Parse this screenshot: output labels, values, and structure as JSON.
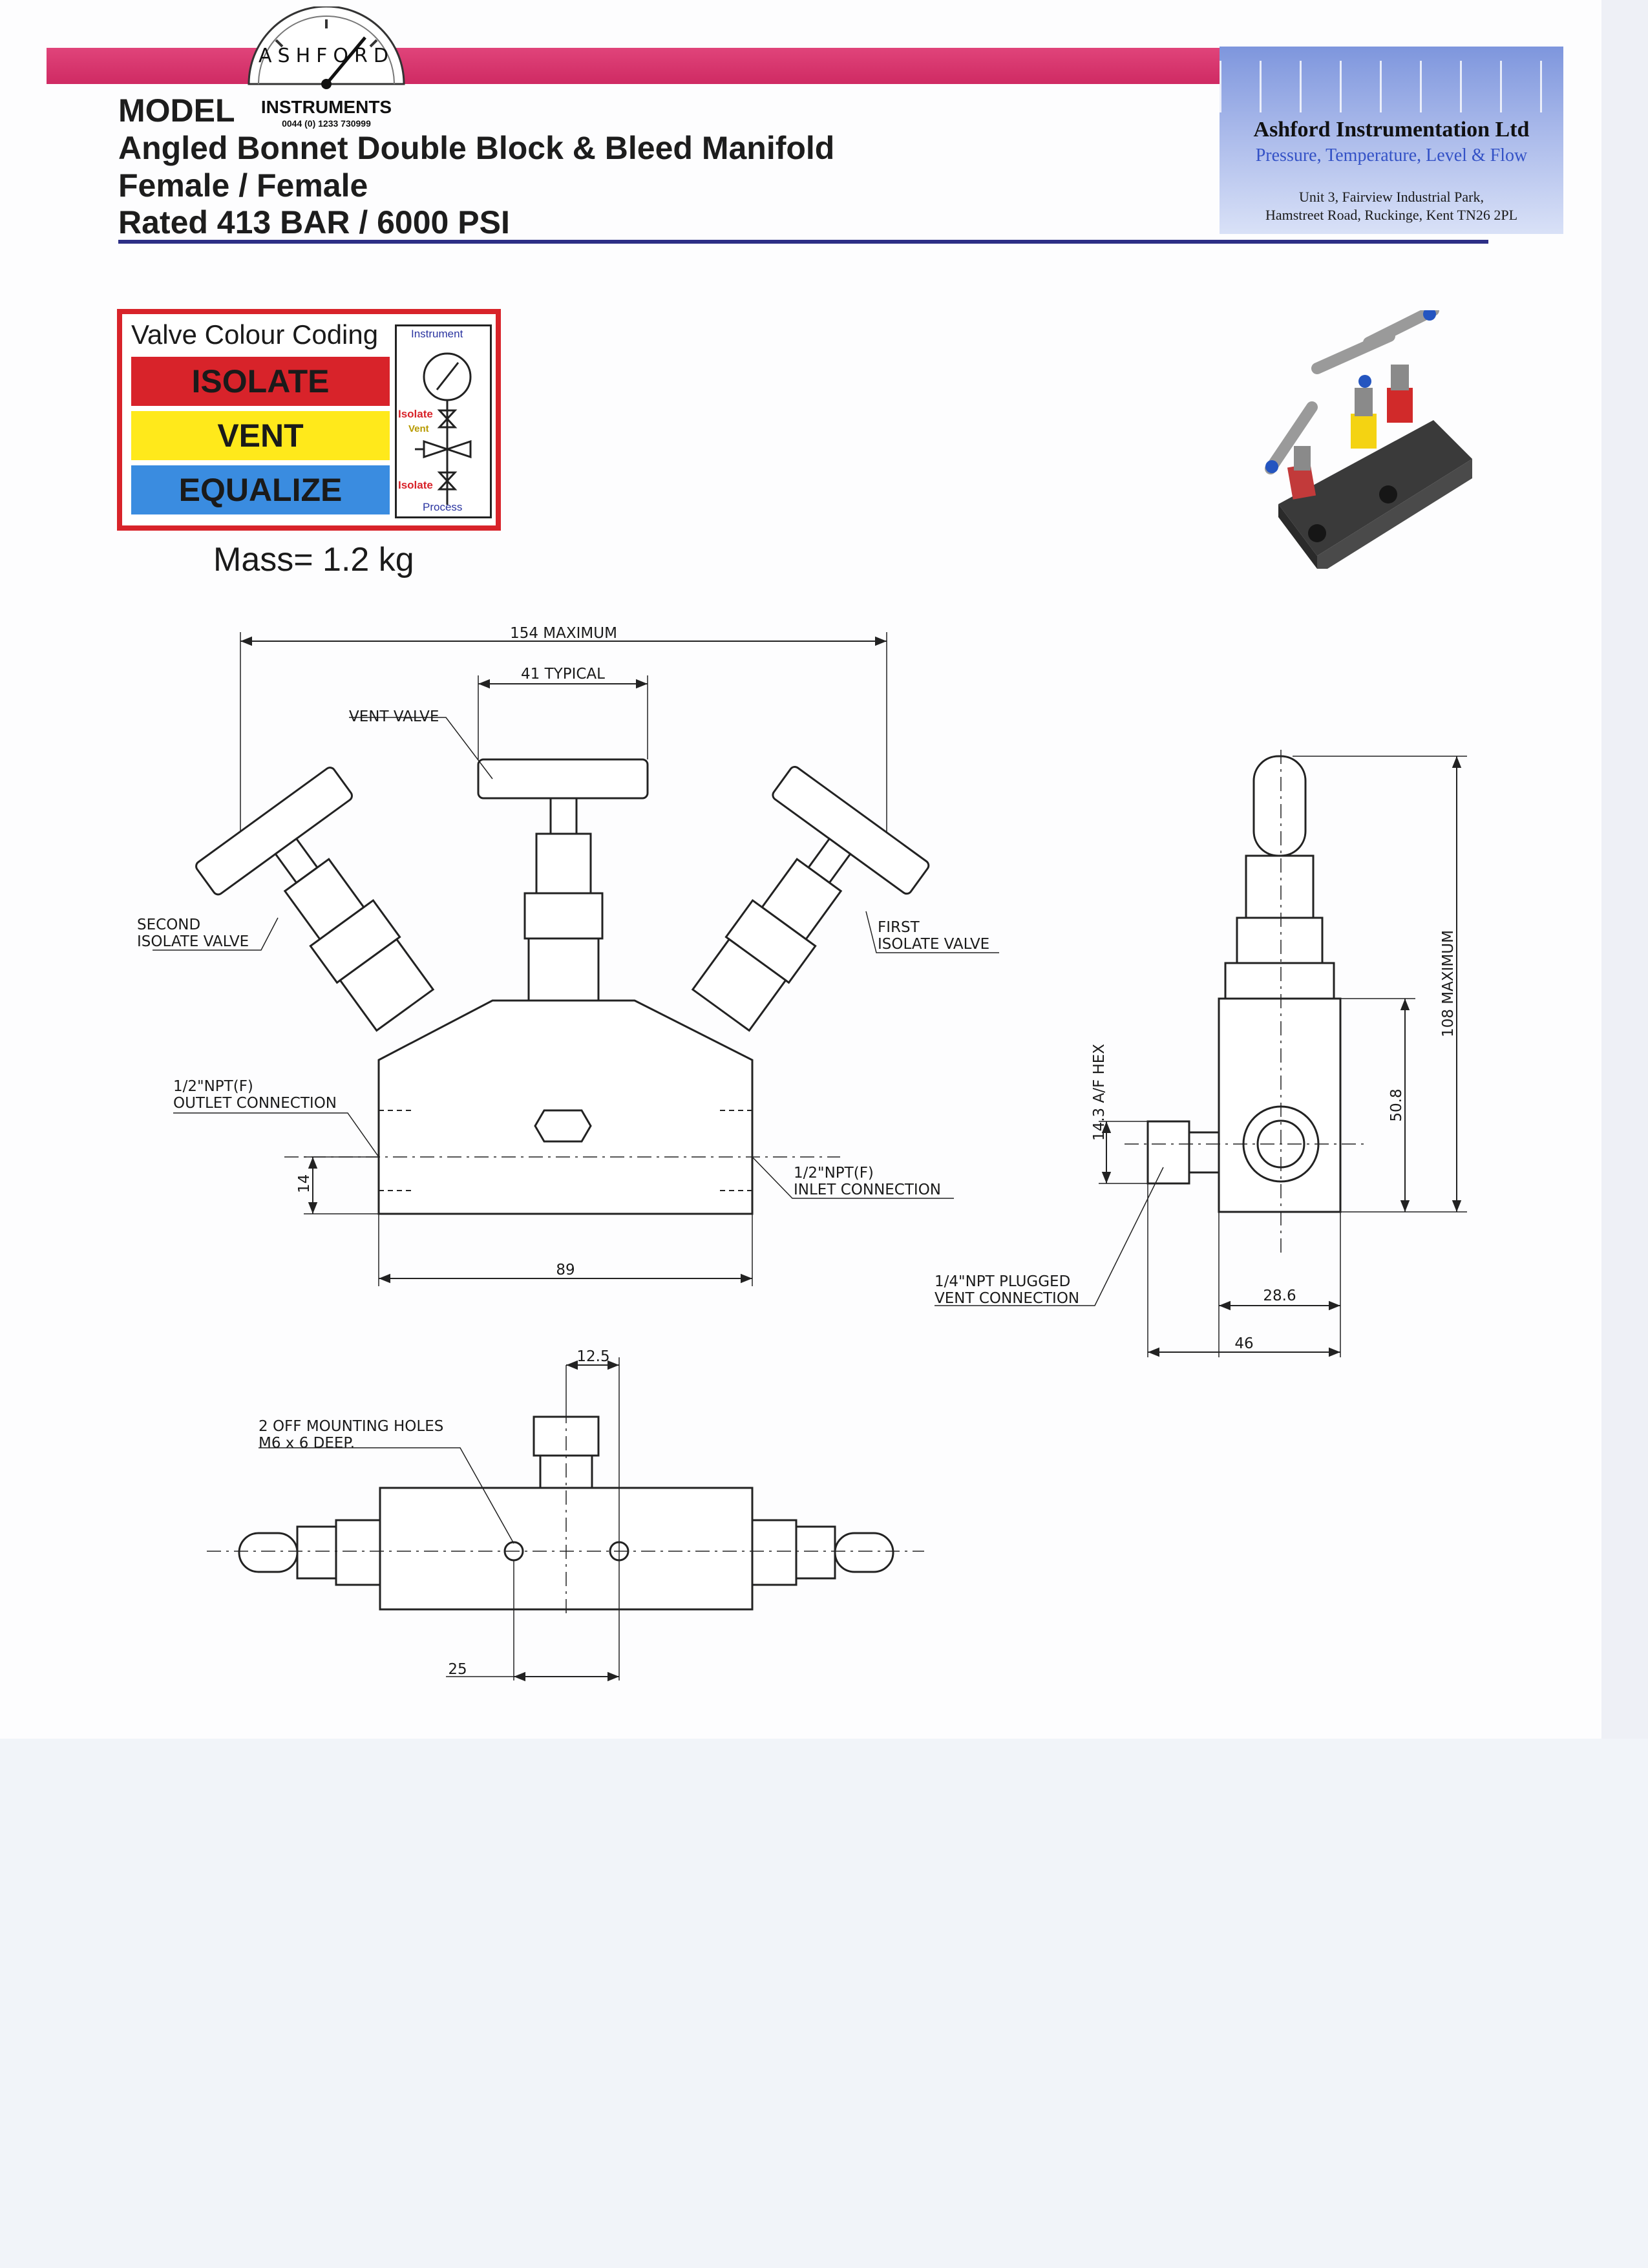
{
  "header": {
    "model_label": "MODEL",
    "title_line1": "Angled Bonnet Double Block & Bleed Manifold",
    "title_line2": "Female / Female",
    "title_line3": "Rated 413 BAR / 6000 PSI"
  },
  "logo": {
    "dial_text": "ASHFORD",
    "name": "INSTRUMENTS",
    "phone": "0044 (0) 1233 730999"
  },
  "company": {
    "name": "Ashford Instrumentation Ltd",
    "tagline": "Pressure, Temperature, Level & Flow",
    "address_line1": "Unit 3, Fairview Industrial Park,",
    "address_line2": "Hamstreet Road, Ruckinge, Kent TN26 2PL"
  },
  "colour_coding": {
    "title": "Valve Colour Coding",
    "isolate": "ISOLATE",
    "vent": "VENT",
    "equalize": "EQUALIZE",
    "schematic": {
      "instrument": "Instrument",
      "isolate_top": "Isolate",
      "vent": "Vent",
      "isolate_bottom": "Isolate",
      "process": "Process"
    },
    "colors": {
      "isolate": "#d8232a",
      "vent": "#ffe91b",
      "equalize": "#3a8ce0",
      "border": "#d8232a"
    }
  },
  "mass": "Mass= 1.2 kg",
  "front_view": {
    "overall_width": "154 MAXIMUM",
    "valve_spacing": "41 TYPICAL",
    "vent_valve": "VENT VALVE",
    "second_isolate_line1": "SECOND",
    "second_isolate_line2": "ISOLATE VALVE",
    "first_isolate_line1": "FIRST",
    "first_isolate_line2": "ISOLATE VALVE",
    "outlet_line1": "1/2\"NPT(F)",
    "outlet_line2": "OUTLET CONNECTION",
    "inlet_line1": "1/2\"NPT(F)",
    "inlet_line2": "INLET CONNECTION",
    "body_height_dim": "14",
    "body_width_dim": "89"
  },
  "side_view": {
    "hex_dim": "14.3 A/F HEX",
    "overall_height": "108 MAXIMUM",
    "body_height": "50.8",
    "vent_line1": "1/4\"NPT PLUGGED",
    "vent_line2": "VENT CONNECTION",
    "depth_dim": "28.6",
    "overall_depth": "46"
  },
  "top_view": {
    "hole_spacing_offset": "12.5",
    "holes_line1": "2 OFF MOUNTING HOLES",
    "holes_line2": "M6 x 6 DEEP.",
    "hole_spacing": "25"
  }
}
